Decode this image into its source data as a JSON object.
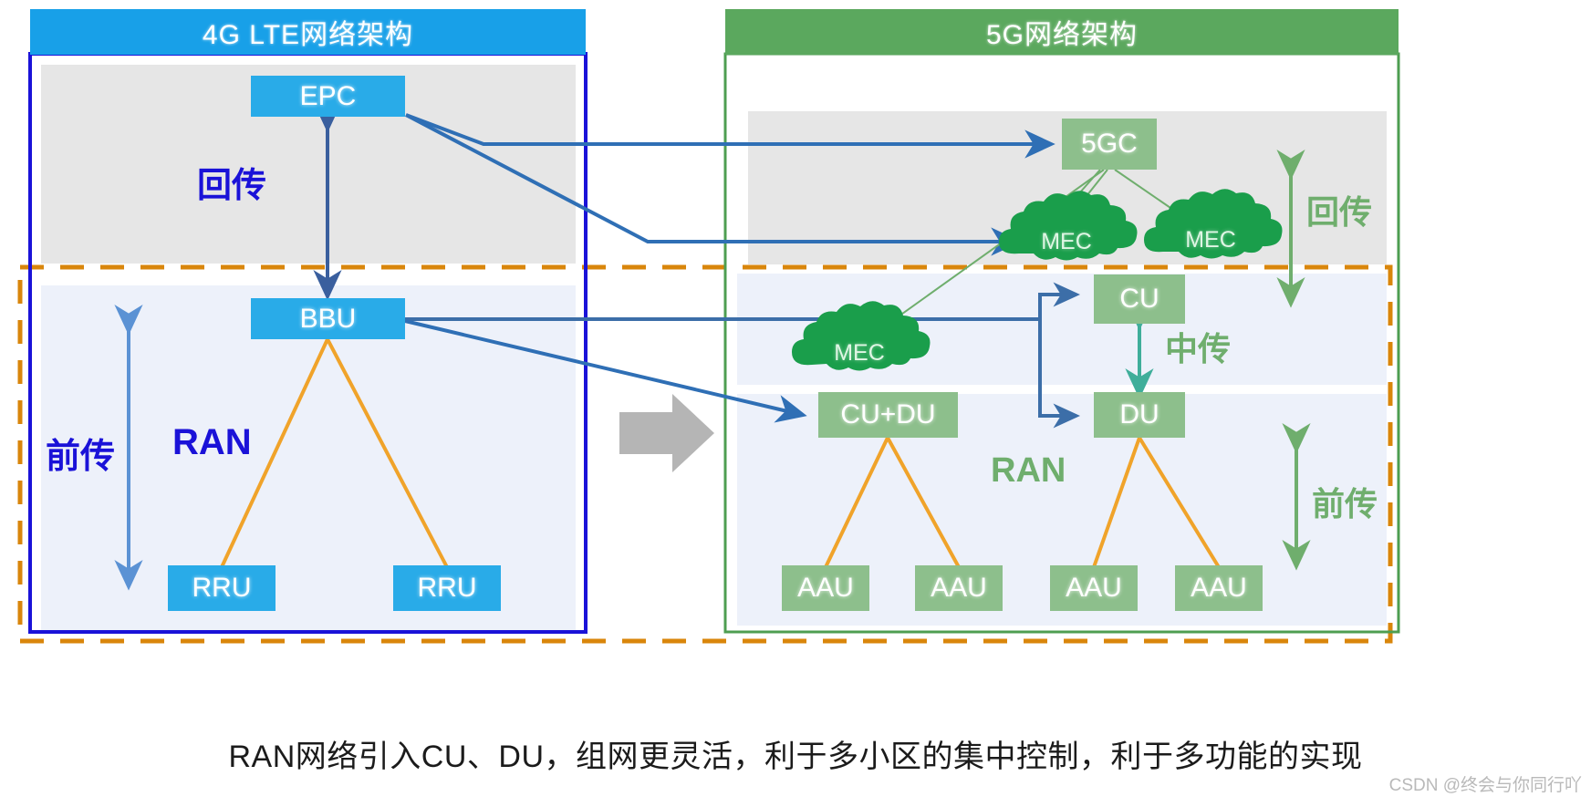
{
  "panels": {
    "lte": {
      "title": "4G LTE网络架构",
      "header_color": "#18a0e8",
      "border_color": "#1a12d8",
      "nodes": [
        {
          "id": "epc",
          "label": "EPC"
        },
        {
          "id": "bbu",
          "label": "BBU"
        },
        {
          "id": "rru_left",
          "label": "RRU"
        },
        {
          "id": "rru_right",
          "label": "RRU"
        }
      ],
      "labels": [
        {
          "id": "backhaul",
          "text": "回传"
        },
        {
          "id": "fronthaul",
          "text": "前传"
        },
        {
          "id": "ran",
          "text": "RAN"
        }
      ]
    },
    "ng": {
      "title": "5G网络架构",
      "header_color": "#5ba85e",
      "border_color": "#4e9e51",
      "nodes": [
        {
          "id": "5gc",
          "label": "5GC"
        },
        {
          "id": "cu",
          "label": "CU"
        },
        {
          "id": "du",
          "label": "DU"
        },
        {
          "id": "cudu",
          "label": "CU+DU"
        },
        {
          "id": "aau1",
          "label": "AAU"
        },
        {
          "id": "aau2",
          "label": "AAU"
        },
        {
          "id": "aau3",
          "label": "AAU"
        },
        {
          "id": "aau4",
          "label": "AAU"
        }
      ],
      "clouds": [
        {
          "id": "mec_top_left",
          "label": "MEC"
        },
        {
          "id": "mec_top_right",
          "label": "MEC"
        },
        {
          "id": "mec_lower",
          "label": "MEC"
        }
      ],
      "labels": [
        {
          "id": "backhaul",
          "text": "回传"
        },
        {
          "id": "midhaul",
          "text": "中传"
        },
        {
          "id": "fronthaul",
          "text": "前传"
        },
        {
          "id": "ran",
          "text": "RAN"
        }
      ]
    }
  },
  "transition": {
    "icon": "right-arrow-icon"
  },
  "ran_boundary": {
    "style": "dashed",
    "color": "#d9860b"
  },
  "caption": "RAN网络引入CU、DU，组网更灵活，利于多小区的集中控制，利于多功能的实现",
  "watermark": "CSDN @终会与你同行吖",
  "colors": {
    "lte_node": "#29abe8",
    "ng_node": "#8dbf8c",
    "cloud": "#1a9e4b",
    "fiber": "#f0a32a",
    "blue_arrow": "#2f6fb5",
    "green_arrow": "#6fae6d",
    "band_gray": "#e6e6e6",
    "band_light": "#edf1fa",
    "transition_arrow": "#b5b5b5"
  }
}
